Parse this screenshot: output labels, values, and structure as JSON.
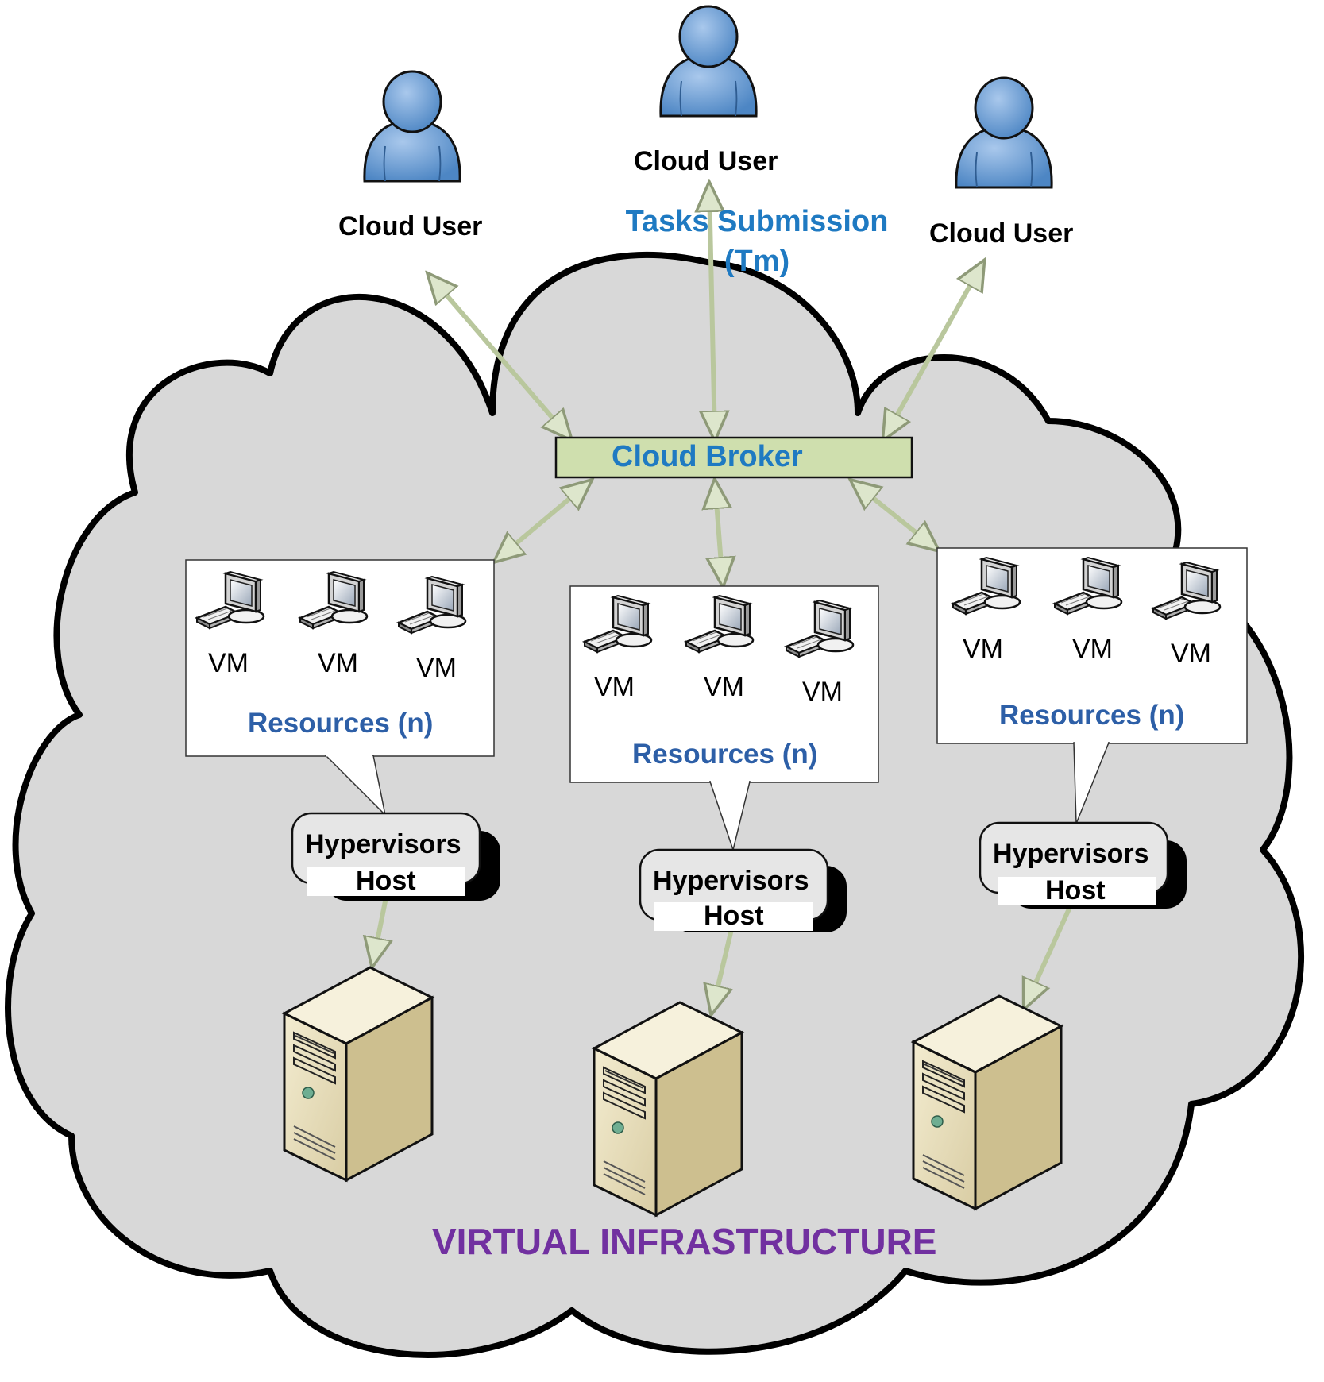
{
  "colors": {
    "cloud_fill": "#d8d8d8",
    "user_blue": "#5f96cf",
    "broker_fill": "#cfdfae",
    "arrow": "#c7d4b0",
    "label_blue": "#1f7ac2",
    "resources_blue": "#2d5fa7",
    "infra_purple": "#7130a0",
    "server_beige": "#e6dcb9"
  },
  "users": [
    {
      "label": "Cloud User",
      "icon": "user-icon"
    },
    {
      "label": "Cloud User",
      "icon": "user-icon"
    },
    {
      "label": "Cloud User",
      "icon": "user-icon"
    }
  ],
  "tasks": {
    "line1": "Tasks Submission",
    "line2": "(Tm)"
  },
  "broker": {
    "label": "Cloud Broker"
  },
  "resource_groups": [
    {
      "vms": [
        "VM",
        "VM",
        "VM"
      ],
      "resources_label": "Resources (n)",
      "hypervisor": {
        "line1": "Hypervisors",
        "line2": "Host"
      },
      "server_icon": "server-icon"
    },
    {
      "vms": [
        "VM",
        "VM",
        "VM"
      ],
      "resources_label": "Resources (n)",
      "hypervisor": {
        "line1": "Hypervisors",
        "line2": "Host"
      },
      "server_icon": "server-icon"
    },
    {
      "vms": [
        "VM",
        "VM",
        "VM"
      ],
      "resources_label": "Resources (n)",
      "hypervisor": {
        "line1": "Hypervisors",
        "line2": "Host"
      },
      "server_icon": "server-icon"
    }
  ],
  "infrastructure": {
    "label": "VIRTUAL INFRASTRUCTURE"
  }
}
